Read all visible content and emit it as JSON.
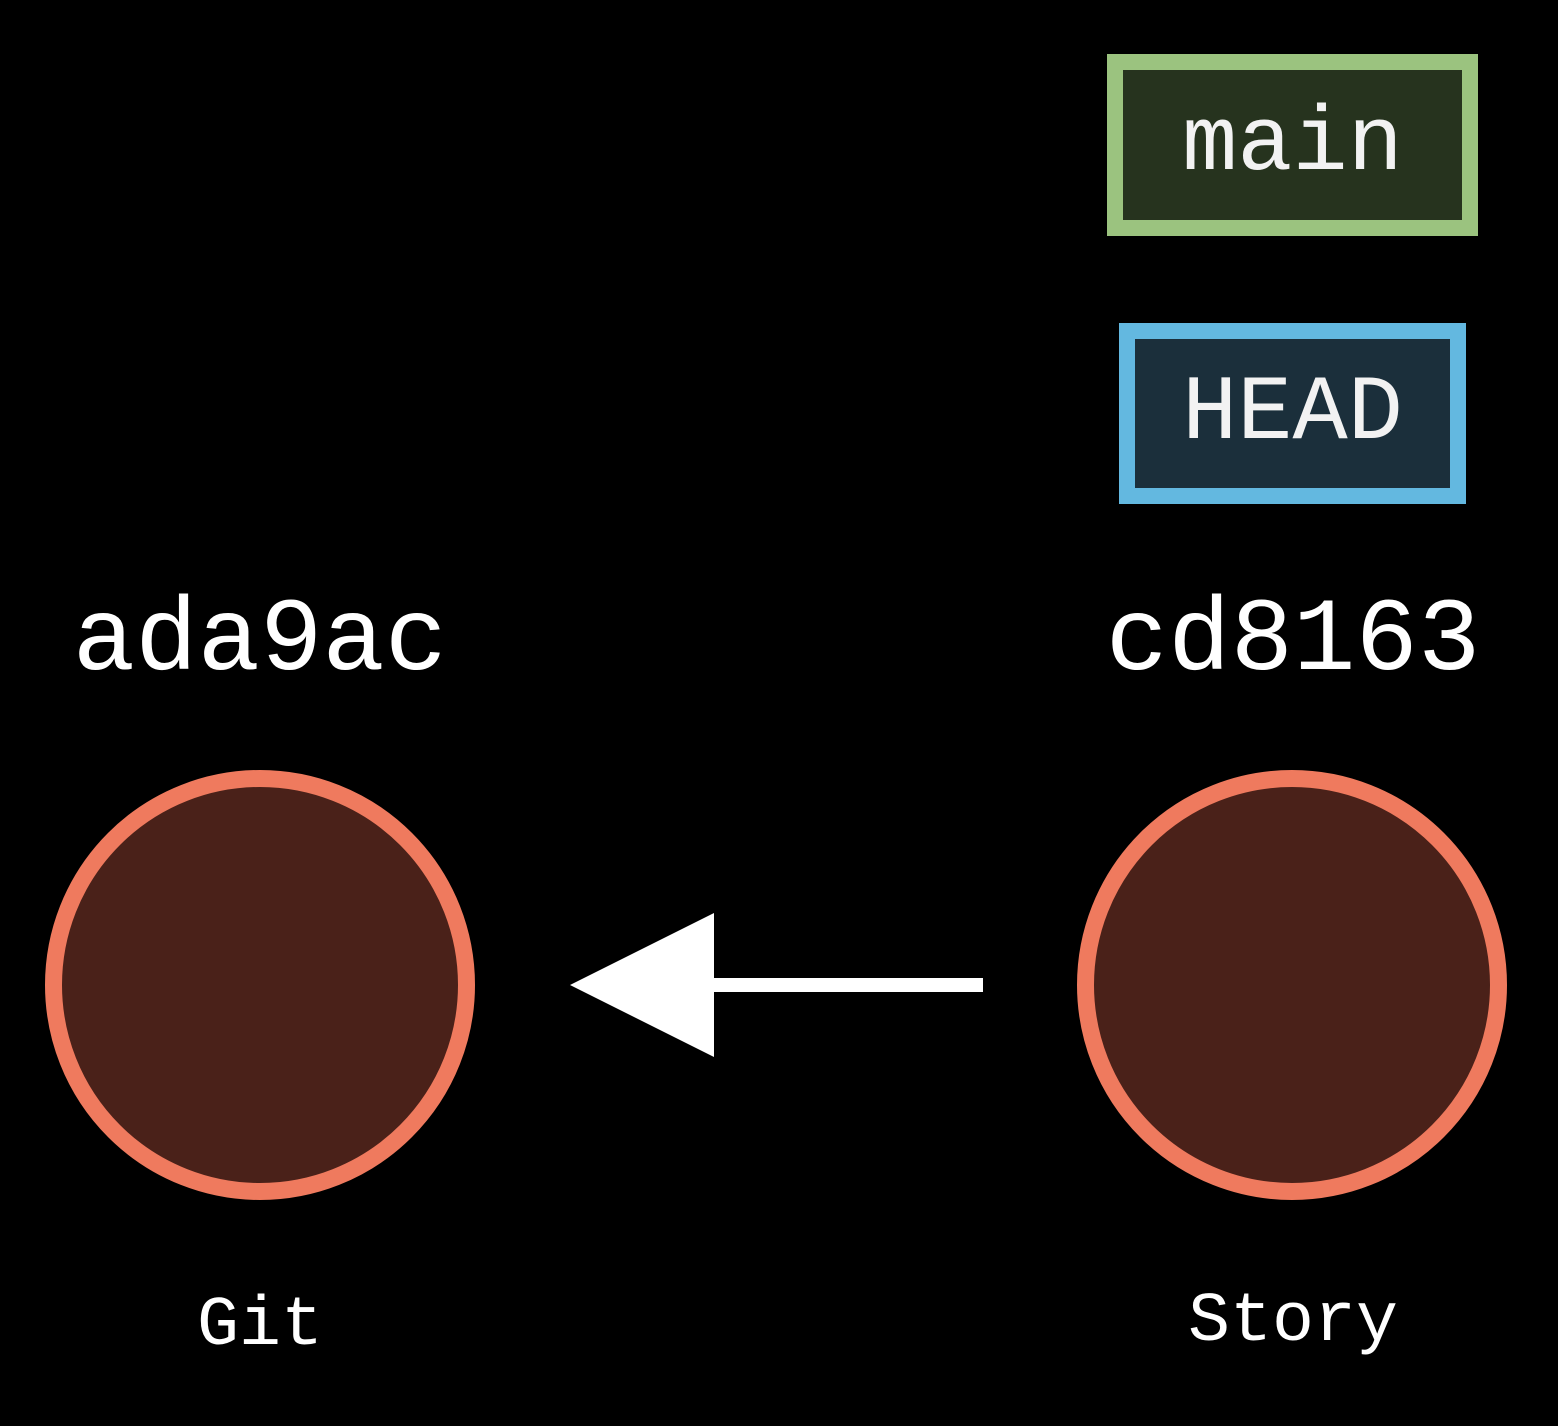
{
  "refs": {
    "branch": {
      "label": "main",
      "color": "#9bc37f",
      "fill": "#26331e"
    },
    "head": {
      "label": "HEAD",
      "color": "#63b8e0",
      "fill": "#1b2f3b"
    }
  },
  "commits": [
    {
      "hash": "ada9ac",
      "message": "Git"
    },
    {
      "hash": "cd8163",
      "message": "Story"
    }
  ],
  "colors": {
    "background": "#000000",
    "commit_border": "#ef7a5e",
    "commit_fill": "#4a2119",
    "arrow": "#ffffff"
  },
  "edges": [
    {
      "from": "cd8163",
      "to": "ada9ac",
      "icon": "arrow-left-icon"
    }
  ]
}
